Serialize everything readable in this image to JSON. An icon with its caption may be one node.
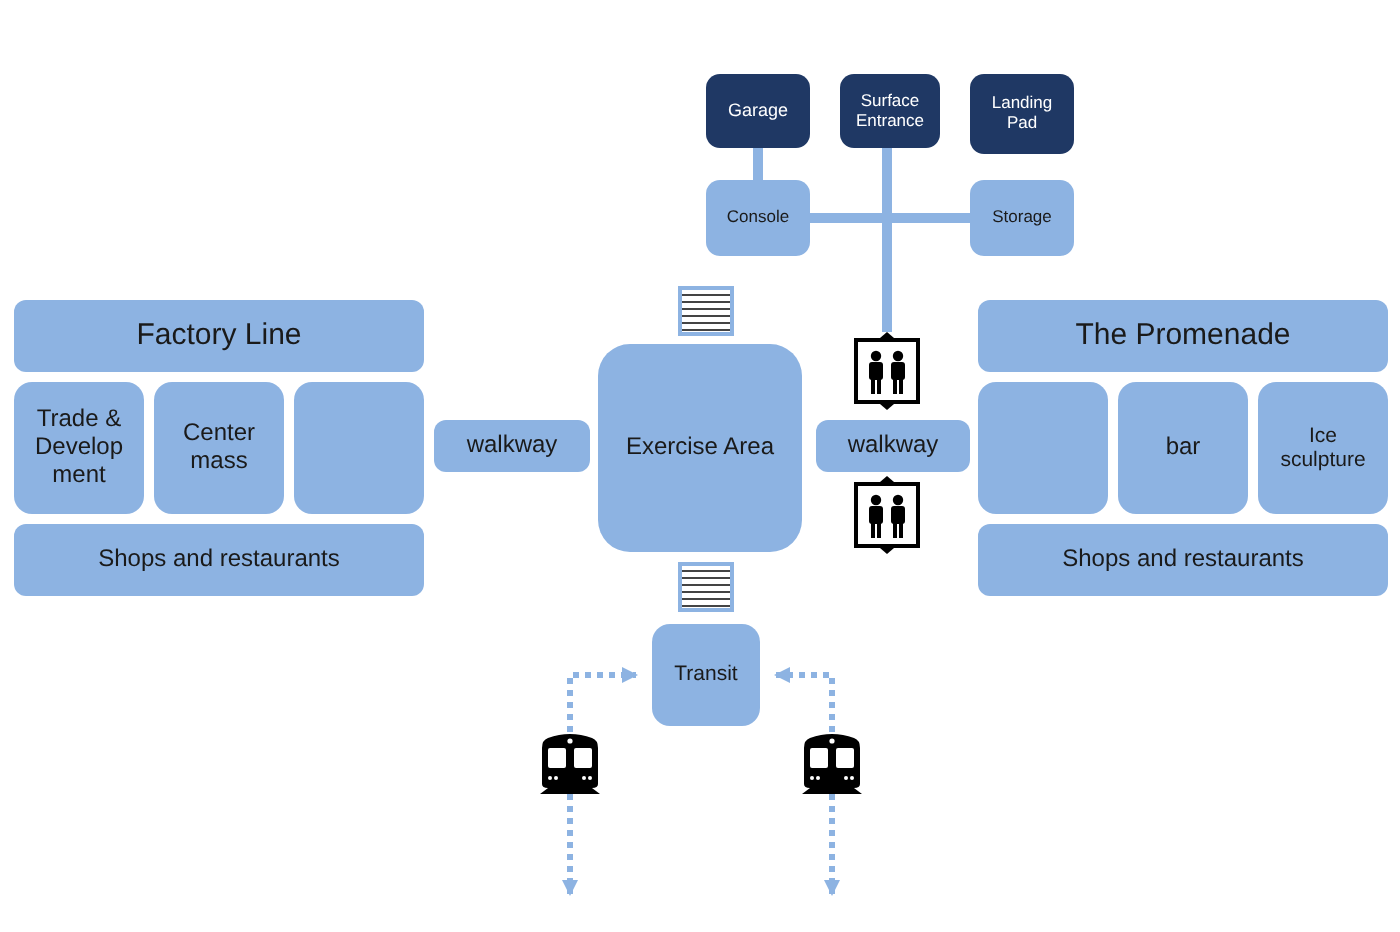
{
  "diagram": {
    "nodes": [
      {
        "text": [
          "Garage"
        ]
      },
      {
        "text": [
          "Surface Entrance"
        ]
      },
      {
        "text": [
          "Landing Pad"
        ]
      },
      {
        "text": [
          "Console"
        ]
      },
      {
        "text": [
          "Storage"
        ]
      },
      {
        "text": [],
        "shape": "elevator"
      },
      {
        "text": [
          "Factory Line"
        ]
      },
      {
        "text": [
          "Trade & Development"
        ]
      },
      {
        "text": [
          "Center mass"
        ]
      },
      {
        "text": [],
        "shape": "box"
      },
      {
        "text": [
          "Shops and restaurants"
        ]
      },
      {
        "text": [
          "walkway"
        ]
      },
      {
        "text": [
          "Exercise Area"
        ]
      },
      {
        "text": [
          "walkway"
        ]
      },
      {
        "text": [
          "The Promenade"
        ]
      },
      {
        "text": [],
        "shape": "box"
      },
      {
        "text": [
          "bar"
        ]
      },
      {
        "text": [
          "Ice sculpture"
        ]
      },
      {
        "text": [
          "Shops and restaurants"
        ]
      },
      {
        "text": [
          "Transit"
        ]
      },
      {
        "text": [],
        "shape": "train"
      },
      {
        "text": [],
        "shape": "train"
      }
    ],
    "edges": [
      {
        "from": 0,
        "to": 3,
        "arrow": "none"
      },
      {
        "from": 3,
        "to": 4,
        "arrow": "none"
      },
      {
        "from": 1,
        "to": 5,
        "arrow": "none"
      },
      {
        "from": 20,
        "to": 19,
        "arrow": "to",
        "style": "dashed"
      },
      {
        "from": 20,
        "to": null,
        "arrow": "to",
        "style": "dashed"
      },
      {
        "from": 21,
        "to": 19,
        "arrow": "to",
        "style": "dashed"
      },
      {
        "from": 21,
        "to": null,
        "arrow": "to",
        "style": "dashed"
      }
    ]
  }
}
